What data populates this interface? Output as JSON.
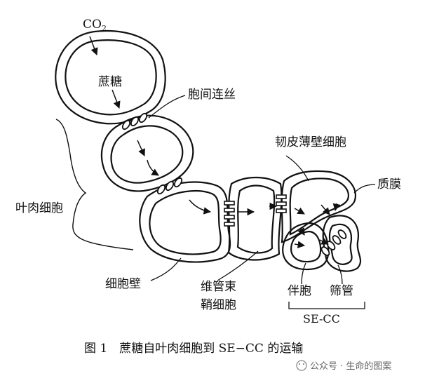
{
  "labels": {
    "co2": "CO",
    "co2_sub": "2",
    "sucrose": "蔗糖",
    "plasmodesmata": "胞间连丝",
    "phloem_parenchyma": "韧皮薄壁细胞",
    "plasma_membrane": "质膜",
    "mesophyll": "叶肉细胞",
    "cell_wall": "细胞壁",
    "bundle_sheath_line1": "维管束",
    "bundle_sheath_line2": "鞘细胞",
    "companion_cell": "伴胞",
    "sieve_tube": "筛管",
    "se_cc": "SE-CC"
  },
  "caption": "图 1　蔗糖自叶肉细胞到 SE−CC 的运输",
  "watermark": "公众号 · 生命的图案"
}
